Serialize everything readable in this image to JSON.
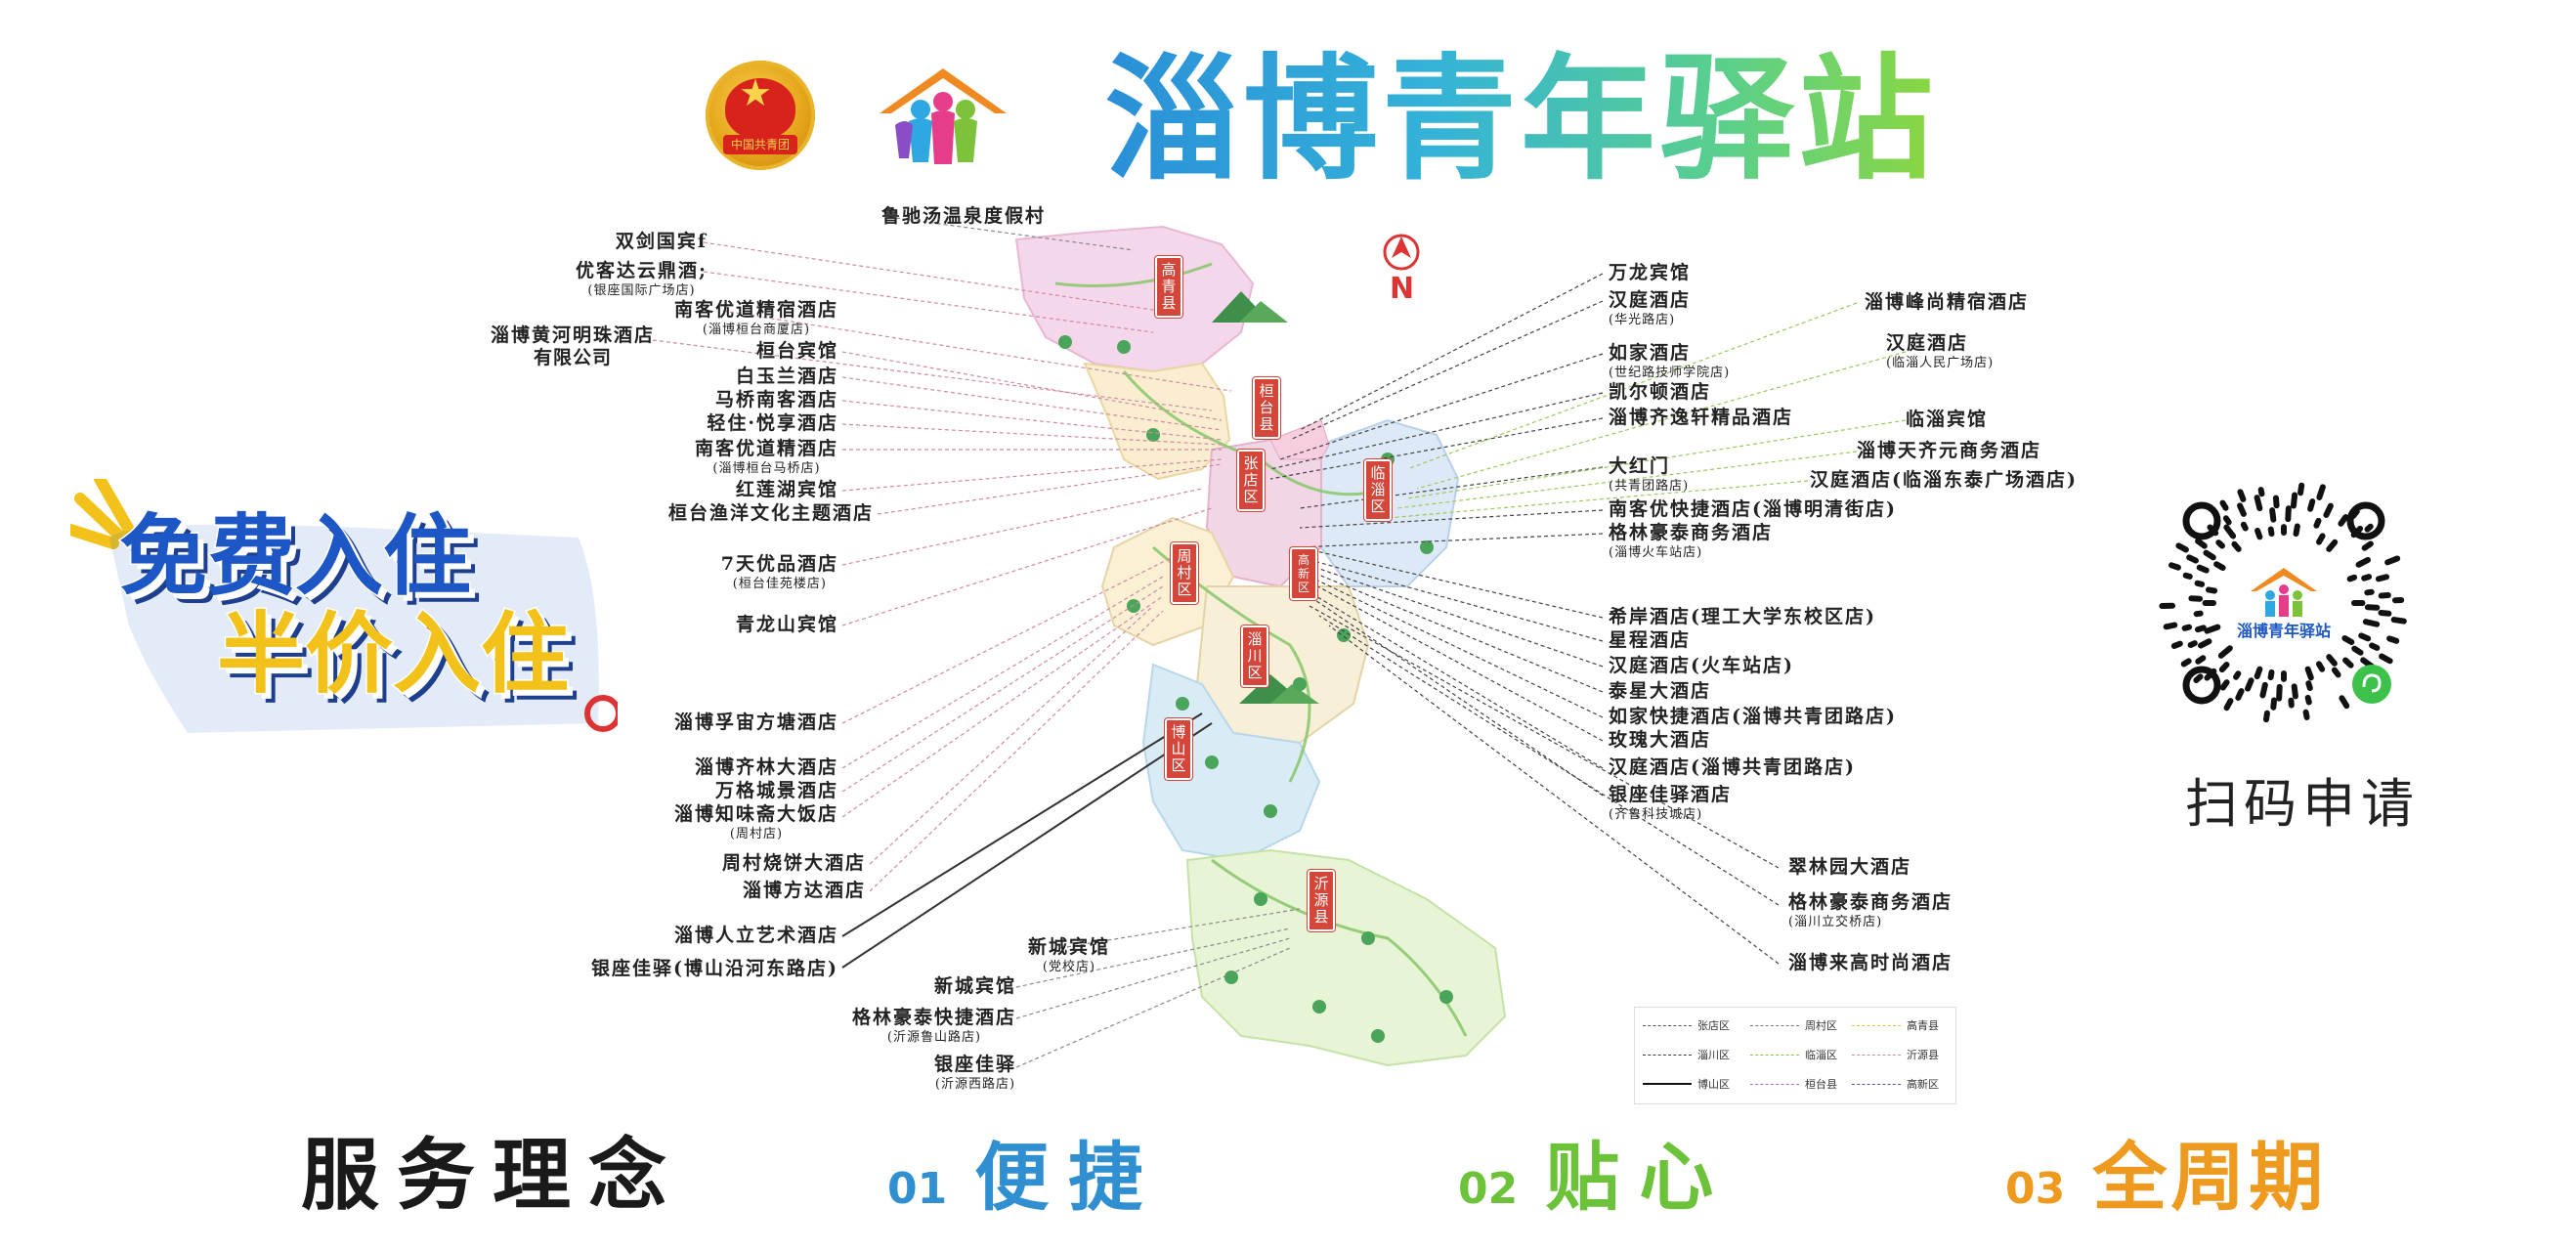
{
  "header": {
    "title": "淄博青年驿站",
    "emblem_text": "中国共青团"
  },
  "promo": {
    "line1": "免费入住",
    "line2": "半价入住"
  },
  "map": {
    "north_label": "N",
    "districts": [
      "高青县",
      "桓台县",
      "临淄区",
      "张店区",
      "周村区",
      "淄川区",
      "博山区",
      "沂源县",
      "高新区"
    ],
    "labels_left": [
      {
        "main": "双剑国宾f",
        "sub": ""
      },
      {
        "main": "优客达云鼎酒;",
        "sub": "(银座国际广场店)"
      },
      {
        "main": "南客优道精宿酒店",
        "sub": "(淄博桓台商厦店)"
      },
      {
        "main": "淄博黄河明珠酒店",
        "sub": "有限公司"
      },
      {
        "main": "桓台宾馆",
        "sub": ""
      },
      {
        "main": "白玉兰酒店",
        "sub": ""
      },
      {
        "main": "马桥南客酒店",
        "sub": ""
      },
      {
        "main": "轻住·悦享酒店",
        "sub": ""
      },
      {
        "main": "南客优道精酒店",
        "sub": "(淄博桓台马桥店)"
      },
      {
        "main": "红莲湖宾馆",
        "sub": ""
      },
      {
        "main": "桓台渔洋文化主题酒店",
        "sub": ""
      },
      {
        "main": "7天优品酒店",
        "sub": "(桓台佳苑楼店)"
      },
      {
        "main": "青龙山宾馆",
        "sub": ""
      },
      {
        "main": "淄博孚宙方塘酒店",
        "sub": ""
      },
      {
        "main": "淄博齐林大酒店",
        "sub": ""
      },
      {
        "main": "万格城景酒店",
        "sub": ""
      },
      {
        "main": "淄博知味斋大饭店",
        "sub": "(周村店)"
      },
      {
        "main": "周村烧饼大酒店",
        "sub": ""
      },
      {
        "main": "淄博方达酒店",
        "sub": ""
      },
      {
        "main": "淄博人立艺术酒店",
        "sub": ""
      },
      {
        "main": "银座佳驿(博山沿河东路店)",
        "sub": ""
      }
    ],
    "labels_top": [
      {
        "main": "鲁驰汤温泉度假村",
        "sub": ""
      }
    ],
    "labels_bottom": [
      {
        "main": "新城宾馆",
        "sub": "(党校店)"
      },
      {
        "main": "新城宾馆",
        "sub": ""
      },
      {
        "main": "格林豪泰快捷酒店",
        "sub": "(沂源鲁山路店)"
      },
      {
        "main": "银座佳驿",
        "sub": "(沂源西路店)"
      }
    ],
    "labels_right": [
      {
        "main": "万龙宾馆",
        "sub": ""
      },
      {
        "main": "汉庭酒店",
        "sub": "(华光路店)"
      },
      {
        "main": "如家酒店",
        "sub": "(世纪路技师学院店)"
      },
      {
        "main": "凯尔顿酒店",
        "sub": ""
      },
      {
        "main": "淄博齐逸轩精品酒店",
        "sub": ""
      },
      {
        "main": "大红门",
        "sub": "(共青团路店)"
      },
      {
        "main": "南客优快捷酒店(淄博明清街店)",
        "sub": ""
      },
      {
        "main": "格林豪泰商务酒店",
        "sub": "(淄博火车站店)"
      },
      {
        "main": "希岸酒店(理工大学东校区店)",
        "sub": ""
      },
      {
        "main": "星程酒店",
        "sub": ""
      },
      {
        "main": "汉庭酒店(火车站店)",
        "sub": ""
      },
      {
        "main": "泰星大酒店",
        "sub": ""
      },
      {
        "main": "如家快捷酒店(淄博共青团路店)",
        "sub": ""
      },
      {
        "main": "玫瑰大酒店",
        "sub": ""
      },
      {
        "main": "汉庭酒店(淄博共青团路店)",
        "sub": ""
      },
      {
        "main": "银座佳驿酒店",
        "sub": "(齐鲁科技城店)"
      },
      {
        "main": "翠林园大酒店",
        "sub": ""
      },
      {
        "main": "格林豪泰商务酒店",
        "sub": "(淄川立交桥店)"
      },
      {
        "main": "淄博来高时尚酒店",
        "sub": ""
      }
    ],
    "labels_far_right": [
      {
        "main": "淄博峰尚精宿酒店",
        "sub": ""
      },
      {
        "main": "汉庭酒店",
        "sub": "(临淄人民广场店)"
      },
      {
        "main": "临淄宾馆",
        "sub": ""
      },
      {
        "main": "淄博天齐元商务酒店",
        "sub": ""
      },
      {
        "main": "汉庭酒店(临淄东泰广场酒店)",
        "sub": ""
      }
    ],
    "legend": [
      {
        "name": "张店区",
        "color": "#555555",
        "style": "dash"
      },
      {
        "name": "周村区",
        "color": "#7a7a7a",
        "style": "dash"
      },
      {
        "name": "高青县",
        "color": "#e0c54a",
        "style": "dash"
      },
      {
        "name": "淄川区",
        "color": "#3a3a3a",
        "style": "dash"
      },
      {
        "name": "临淄区",
        "color": "#8fbf4a",
        "style": "dash"
      },
      {
        "name": "沂源县",
        "color": "#c98b9a",
        "style": "dash"
      },
      {
        "name": "博山区",
        "color": "#111111",
        "style": "solid"
      },
      {
        "name": "桓台县",
        "color": "#b06ab8",
        "style": "dash"
      },
      {
        "name": "高新区",
        "color": "#555599",
        "style": "dash"
      }
    ]
  },
  "qr": {
    "label": "扫码申请",
    "logo_text": "淄博青年驿站"
  },
  "footer": {
    "title": "服务理念",
    "pillars": [
      {
        "num": "01",
        "text": "便捷",
        "color": "#2f8fd0"
      },
      {
        "num": "02",
        "text": "贴心",
        "color": "#6cc33a"
      },
      {
        "num": "03",
        "text": "全周期",
        "color": "#ee9a1e"
      }
    ]
  }
}
